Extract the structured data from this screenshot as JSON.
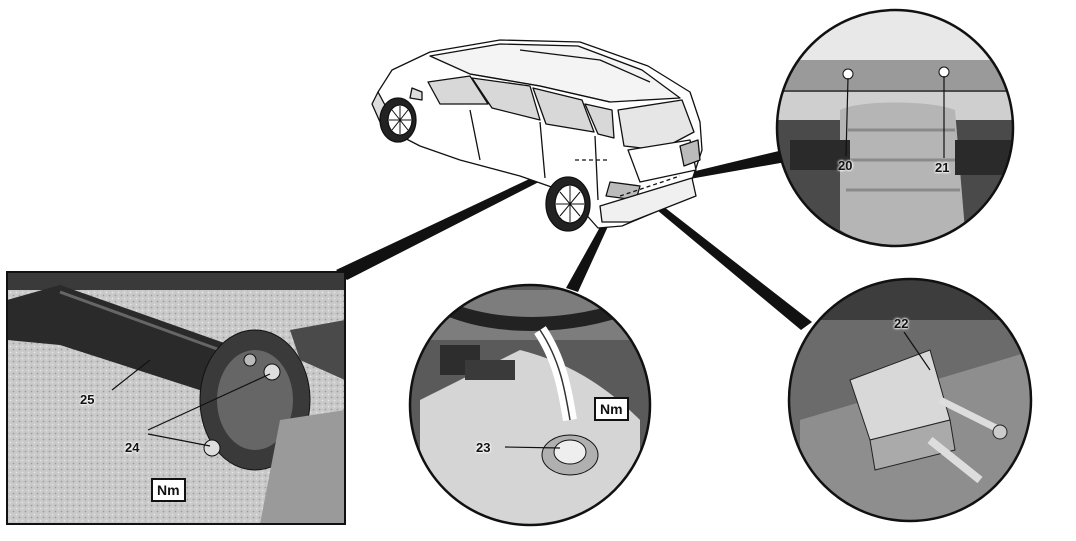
{
  "callouts": {
    "c20": "20",
    "c21": "21",
    "c22": "22",
    "c23": "23",
    "c24": "24",
    "c25": "25"
  },
  "badges": {
    "nm_left": "Nm",
    "nm_middle": "Nm"
  }
}
